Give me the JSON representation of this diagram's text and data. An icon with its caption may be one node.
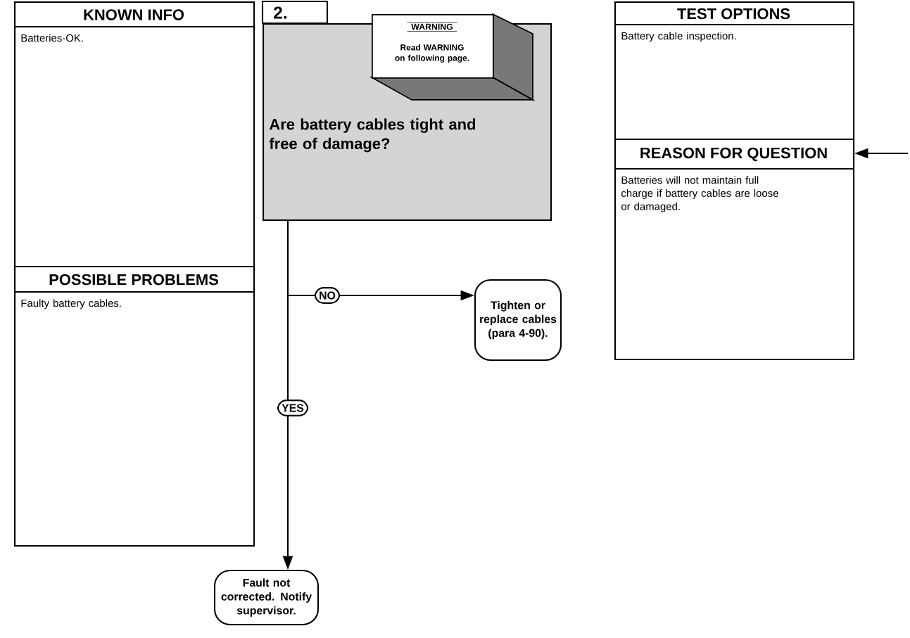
{
  "diagram": {
    "nodes": [
      {
        "text": [
          "KNOWN INFO",
          "Batteries-OK."
        ]
      },
      {
        "text": [
          "POSSIBLE PROBLEMS",
          "Faulty battery cables."
        ]
      },
      {
        "text": [
          "2.",
          "Are battery cables tight and free of damage?"
        ]
      },
      {
        "text": [
          "WARNING",
          "Read WARNING on following page."
        ],
        "in": 2
      },
      {
        "text": [
          "Tighten or replace cables (para 4-90)."
        ]
      },
      {
        "text": [
          "Fault not corrected. Notify supervisor."
        ]
      },
      {
        "text": [
          "TEST OPTIONS",
          "Battery cable inspection."
        ]
      },
      {
        "text": [
          "REASON FOR QUESTION",
          "Batteries will not maintain full charge if battery cables are loose or damaged."
        ]
      }
    ],
    "edges": [
      {
        "from": 2,
        "to": 4,
        "arrow": "to",
        "label": "NO"
      },
      {
        "from": 2,
        "to": 5,
        "arrow": "to",
        "label": "YES"
      },
      {
        "from": null,
        "to": 7,
        "arrow": "to"
      }
    ]
  }
}
